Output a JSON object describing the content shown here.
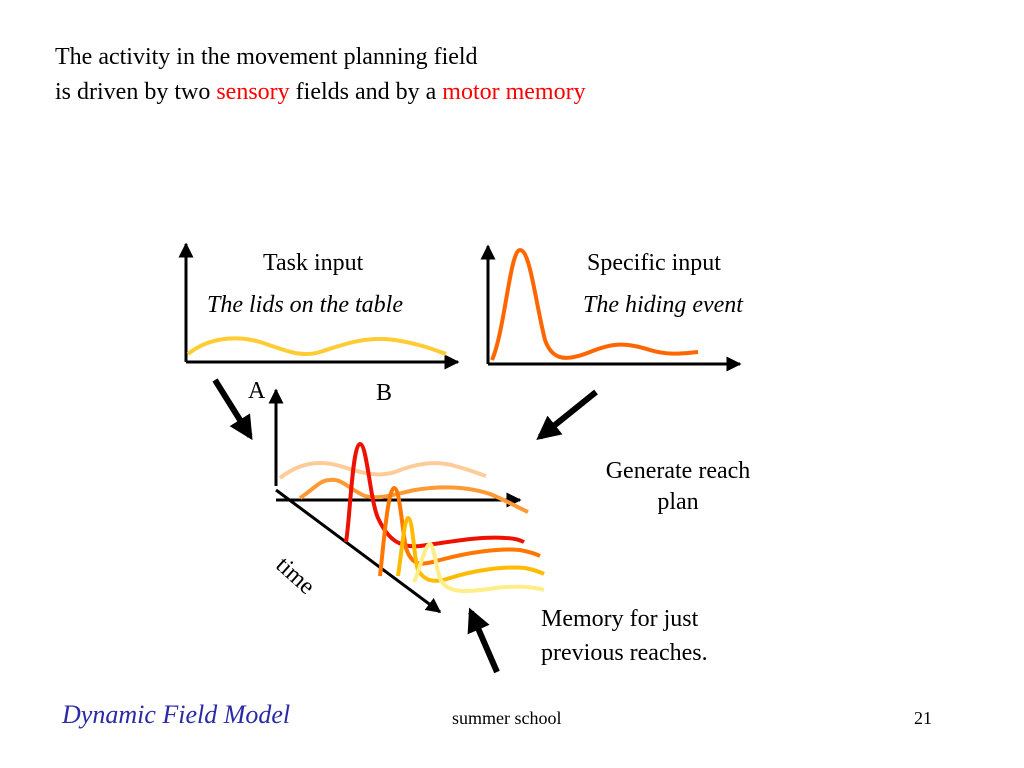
{
  "title": {
    "line1": "The activity in the movement planning field",
    "line2_prefix": "is driven by two ",
    "line2_sensory": "sensory",
    "line2_mid": " fields and by a ",
    "line2_motor": "motor memory"
  },
  "task_panel": {
    "title": "Task input",
    "subtitle": "The lids on the table",
    "label_a": "A",
    "label_b": "B"
  },
  "specific_panel": {
    "title": "Specific input",
    "subtitle": "The hiding event"
  },
  "generate_label": {
    "line1": "Generate reach",
    "line2": "plan"
  },
  "time_label": "time",
  "memory_label": {
    "line1": "Memory for just",
    "line2": "previous reaches."
  },
  "footer": {
    "left": "Dynamic Field Model",
    "center": "summer school",
    "page": "21"
  },
  "colors": {
    "accent_red": "#ff0000",
    "footer_blue": "#2a2aa6",
    "task_curve": "#ffcc33",
    "specific_curve": "#ff6600"
  }
}
